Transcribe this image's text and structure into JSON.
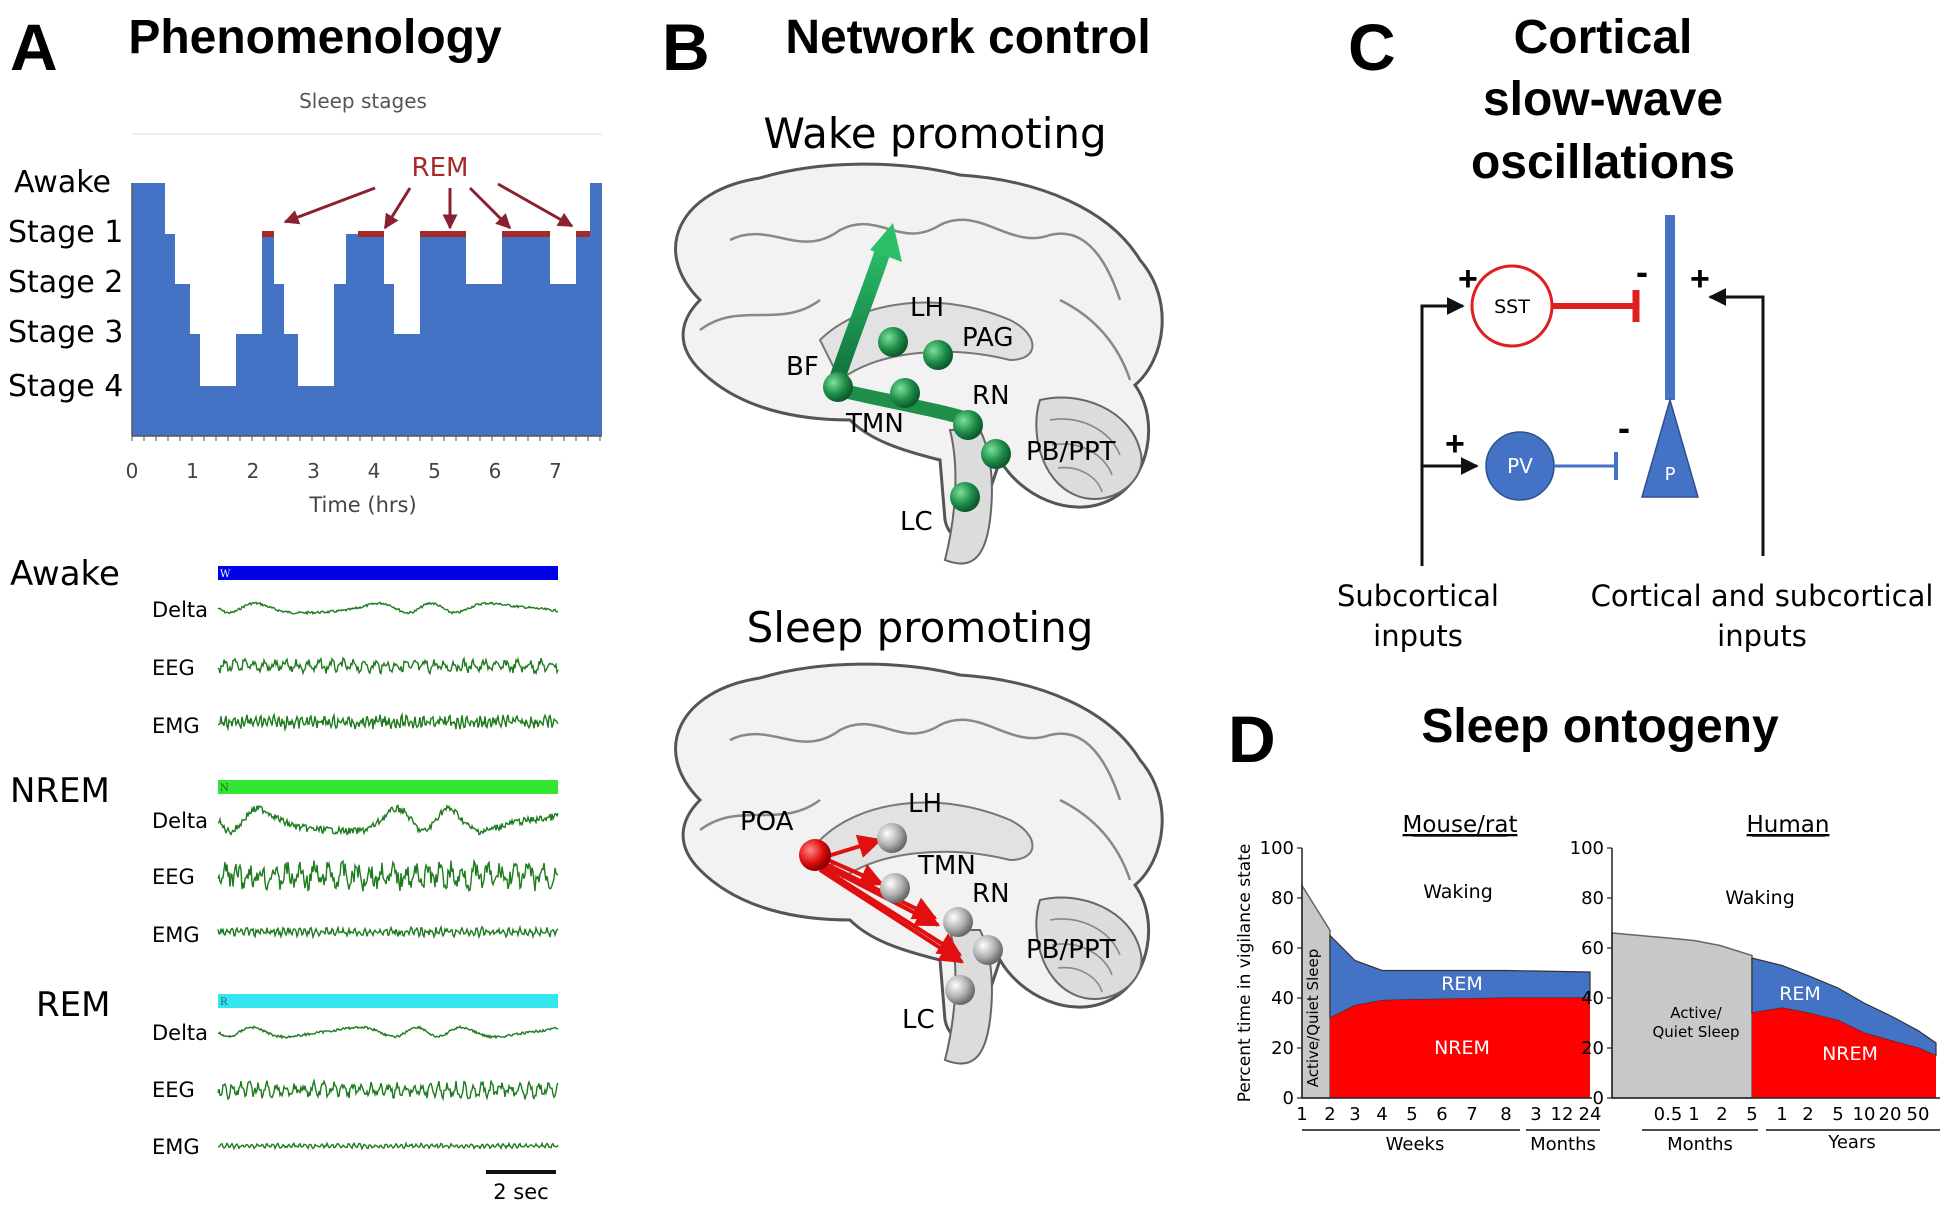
{
  "panels": {
    "a": {
      "letter": "A",
      "title": "Phenomenology"
    },
    "b": {
      "letter": "B",
      "title": "Network control"
    },
    "c": {
      "letter": "C",
      "title_lines": [
        "Cortical",
        "slow-wave",
        "oscillations"
      ]
    },
    "d": {
      "letter": "D",
      "title": "Sleep ontogeny"
    }
  },
  "hypnogram": {
    "title": "Sleep stages",
    "rem_label": "REM",
    "stages": [
      "Awake",
      "Stage 1",
      "Stage 2",
      "Stage 3",
      "Stage 4"
    ],
    "xlabel": "Time (hrs)",
    "xticks": [
      "0",
      "1",
      "2",
      "3",
      "4",
      "5",
      "6",
      "7"
    ],
    "fill_color": "#4472c4",
    "rem_color": "#a52a2a"
  },
  "traces": {
    "scale_label": "2 sec",
    "trace_color": "#1e7b1e",
    "states": [
      {
        "label": "Awake",
        "flag": "W",
        "color": "#0000e6",
        "channels": [
          "Delta",
          "EEG",
          "EMG"
        ]
      },
      {
        "label": "NREM",
        "flag": "N",
        "color": "#33e633",
        "channels": [
          "Delta",
          "EEG",
          "EMG"
        ]
      },
      {
        "label": "REM",
        "flag": "R",
        "color": "#33e6f0",
        "channels": [
          "Delta",
          "EEG",
          "EMG"
        ]
      }
    ]
  },
  "network": {
    "wake_title": "Wake promoting",
    "sleep_title": "Sleep promoting",
    "wake_nodes": [
      "BF",
      "LH",
      "PAG",
      "TMN",
      "RN",
      "PB/PPT",
      "LC"
    ],
    "sleep_nodes": [
      "POA",
      "LH",
      "TMN",
      "RN",
      "PB/PPT",
      "LC"
    ],
    "wake_color": "#1f8f4a",
    "sleep_color": "#e01010"
  },
  "circuit": {
    "sst": "SST",
    "pv": "PV",
    "p": "P",
    "plus": "+",
    "minus": "-",
    "left_input": [
      "Subcortical",
      "inputs"
    ],
    "right_input": [
      "Cortical and subcortical",
      "inputs"
    ],
    "sst_color": "#e02020",
    "pv_color": "#4472c4"
  },
  "chart_data": [
    {
      "type": "area",
      "title": "Mouse/rat",
      "ylabel": "Percent time in vigilance state",
      "ylim": [
        0,
        100
      ],
      "yticks": [
        "0",
        "20",
        "40",
        "60",
        "80",
        "100"
      ],
      "xticks_weeks": [
        "1",
        "2",
        "3",
        "4",
        "5",
        "6",
        "7",
        "8"
      ],
      "xticks_months": [
        "3",
        "12",
        "24"
      ],
      "xgroup_labels": [
        "Weeks",
        "Months"
      ],
      "region_labels": {
        "waking": "Waking",
        "rem": "REM",
        "nrem": "NREM",
        "active_quiet": "Active/Quiet Sleep"
      },
      "x": [
        1,
        2,
        3,
        4,
        5,
        6,
        7,
        8,
        9,
        10,
        11
      ],
      "series": [
        {
          "name": "NREM",
          "values": [
            null,
            32,
            37,
            39,
            39.3,
            39.5,
            39.7,
            40,
            40,
            40,
            40
          ]
        },
        {
          "name": "REM",
          "values": [
            null,
            33,
            18,
            12,
            11.7,
            11.5,
            11.3,
            11,
            10.8,
            10.6,
            10.4
          ]
        },
        {
          "name": "Active/Quiet Sleep",
          "values": [
            85,
            67,
            null,
            null,
            null,
            null,
            null,
            null,
            null,
            null,
            null
          ]
        }
      ],
      "colors": {
        "nrem": "#ff0000",
        "rem": "#4472c4",
        "active_quiet": "#c8c8c8"
      }
    },
    {
      "type": "area",
      "title": "Human",
      "ylim": [
        0,
        100
      ],
      "yticks": [
        "0",
        "20",
        "40",
        "60",
        "80",
        "100"
      ],
      "xticks_months": [
        "0.5",
        "1",
        "2",
        "5"
      ],
      "xticks_years": [
        "1",
        "2",
        "5",
        "10",
        "20",
        "50"
      ],
      "xgroup_labels": [
        "Months",
        "Years"
      ],
      "region_labels": {
        "waking": "Waking",
        "rem": "REM",
        "nrem": "NREM",
        "active_quiet_lines": [
          "Active/",
          "Quiet Sleep"
        ]
      },
      "x": [
        0,
        0.5,
        1,
        2,
        5,
        6,
        7,
        8,
        9,
        10,
        11,
        12
      ],
      "series": [
        {
          "name": "Active/Quiet Sleep",
          "values": [
            66,
            64,
            63,
            61,
            57,
            null,
            null,
            null,
            null,
            null,
            null,
            null
          ]
        },
        {
          "name": "NREM",
          "values": [
            null,
            null,
            null,
            null,
            34,
            36,
            34,
            31,
            26,
            23,
            20,
            17
          ]
        },
        {
          "name": "REM",
          "values": [
            null,
            null,
            null,
            null,
            22,
            17,
            15,
            13,
            12,
            10,
            7,
            5
          ]
        }
      ],
      "colors": {
        "nrem": "#ff0000",
        "rem": "#4472c4",
        "active_quiet": "#c8c8c8"
      }
    }
  ]
}
